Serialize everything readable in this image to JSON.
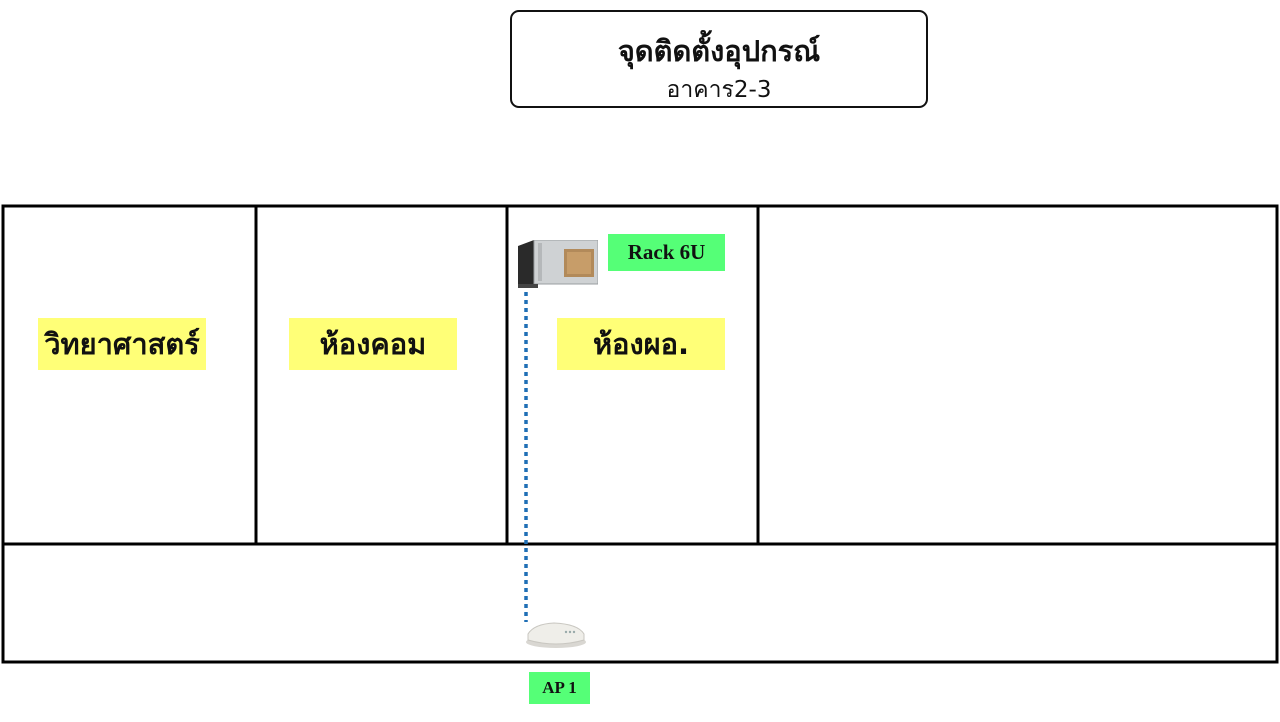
{
  "title": {
    "line1": "จุดติดตั้งอุปกรณ์",
    "line2": "อาคาร2-3"
  },
  "rooms": [
    {
      "label": "วิทยาศาสตร์"
    },
    {
      "label": "ห้องคอม"
    },
    {
      "label": "ห้องผอ."
    }
  ],
  "devices": {
    "rack_label": "Rack 6U",
    "ap_label": "AP 1"
  },
  "colors": {
    "room_label_bg": "#ffff77",
    "device_label_bg": "#55ff77",
    "cable": "#1f6fb5"
  },
  "icons": [
    "rack-cabinet-icon",
    "access-point-icon"
  ]
}
